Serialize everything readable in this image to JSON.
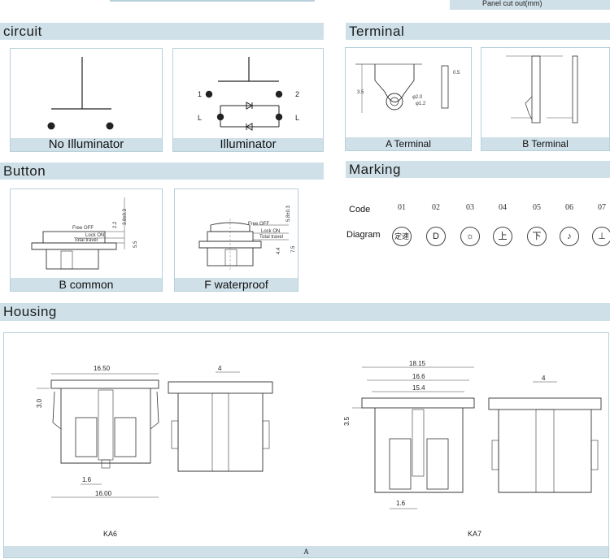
{
  "panel_cutout": {
    "label": "Panel cut out(mm)"
  },
  "sections": {
    "circuit": "circuit",
    "terminal": "Terminal",
    "button": "Button",
    "marking": "Marking",
    "housing": "Housing"
  },
  "circuit": {
    "no_illuminator": "No Illuminator",
    "illuminator": "Illuminator",
    "labels": {
      "one": "1",
      "two": "2",
      "l_left": "L",
      "l_right": "L"
    }
  },
  "terminal": {
    "a_caption": "A Terminal",
    "b_caption": "B Terminal",
    "a_dims": {
      "h": "3.5",
      "d1": "φ2.0",
      "d2": "φ1.2",
      "w": "0.5"
    }
  },
  "button": {
    "b_caption": "B  common",
    "f_caption": "F  waterproof",
    "b_dims": {
      "top": "3.8±0.3",
      "mid": "2.2",
      "low": "5.5",
      "free_off": "Free OFF",
      "lock_on": "Lock ON",
      "total_travel": "Total travel"
    },
    "f_dims": {
      "top": "5.8±0.3",
      "mid": "4.4",
      "low": "7.5",
      "free_off": "Free OFF",
      "lock_on": "Lock ON",
      "total_travel": "Total travel"
    }
  },
  "marking": {
    "code_label": "Code",
    "diagram_label": "Diagram",
    "codes": [
      "01",
      "02",
      "03",
      "04",
      "05",
      "06",
      "07"
    ],
    "symbols": [
      "定速",
      "D",
      "☼",
      "上",
      "下",
      "♪",
      "⊥"
    ]
  },
  "housing": {
    "ka6": {
      "label": "KA6",
      "w_top": "16.50",
      "w_bot": "16.00",
      "h": "3.0",
      "slot": "1.6",
      "side": "4"
    },
    "ka7": {
      "label": "KA7",
      "w1": "18.15",
      "w2": "16.6",
      "w3": "15.4",
      "h": "3.5",
      "slot": "1.6",
      "side": "4"
    },
    "footer": "A"
  }
}
